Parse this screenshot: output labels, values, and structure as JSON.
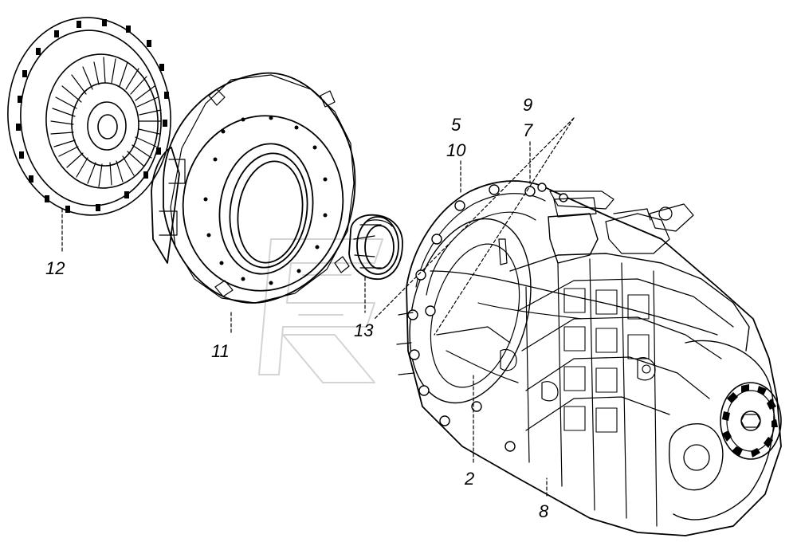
{
  "diagram": {
    "parts": [
      {
        "id": "12",
        "label": "12"
      },
      {
        "id": "11",
        "label": "11"
      },
      {
        "id": "13",
        "label": "13"
      },
      {
        "id": "5",
        "label": "5"
      },
      {
        "id": "10",
        "label": "10"
      },
      {
        "id": "9",
        "label": "9"
      },
      {
        "id": "7",
        "label": "7"
      },
      {
        "id": "2",
        "label": "2"
      },
      {
        "id": "8",
        "label": "8"
      }
    ]
  }
}
